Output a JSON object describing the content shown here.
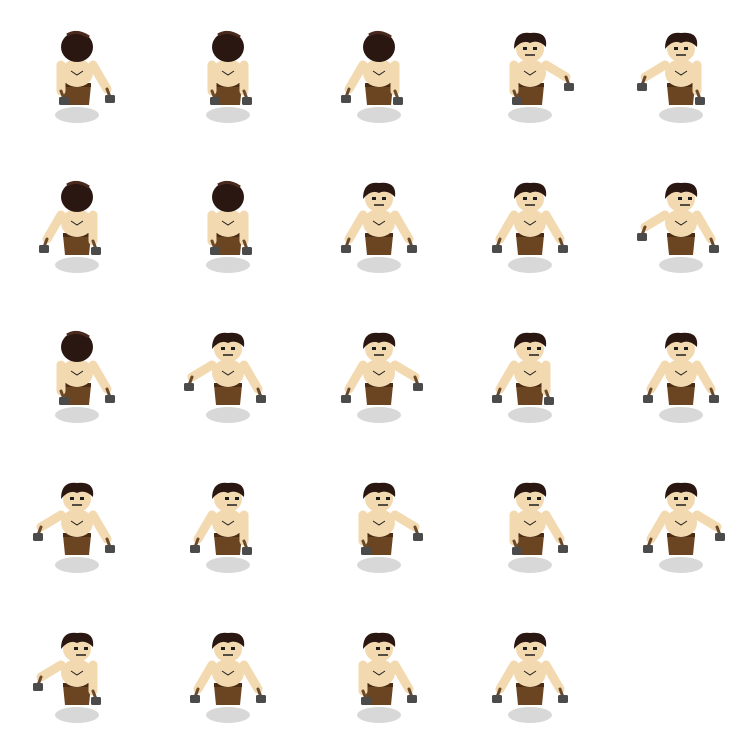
{
  "sprite_sheet": {
    "columns": 5,
    "rows": 5,
    "frame_count": 24,
    "colors": {
      "background": "#ffffff",
      "hair": "#2a1712",
      "hair_highlight": "#4a2a1e",
      "skin": "#f2d9b0",
      "skin_shade": "#d9b98c",
      "loincloth": "#6b4422",
      "loincloth_dark": "#4a2c14",
      "hammer_head": "#4b4b4b",
      "hammer_handle": "#6a4a2a",
      "shadow": "#c8c8c8",
      "face_mark": "#1e1e1e"
    },
    "frames": [
      {
        "facing": "back",
        "left_arm": "down",
        "right_arm": "down-right"
      },
      {
        "facing": "back",
        "left_arm": "down",
        "right_arm": "down"
      },
      {
        "facing": "back",
        "left_arm": "down-left",
        "right_arm": "down"
      },
      {
        "facing": "front",
        "left_arm": "down",
        "right_arm": "up-right"
      },
      {
        "facing": "front",
        "left_arm": "up-left",
        "right_arm": "down"
      },
      {
        "facing": "back",
        "left_arm": "down-left",
        "right_arm": "down"
      },
      {
        "facing": "back",
        "left_arm": "down",
        "right_arm": "down"
      },
      {
        "facing": "front",
        "left_arm": "down-left",
        "right_arm": "down-right"
      },
      {
        "facing": "front",
        "left_arm": "down-left",
        "right_arm": "down-right"
      },
      {
        "facing": "front-turn",
        "left_arm": "up-left",
        "right_arm": "down-right"
      },
      {
        "facing": "back",
        "left_arm": "down",
        "right_arm": "down-right"
      },
      {
        "facing": "front",
        "left_arm": "up-left",
        "right_arm": "down-right"
      },
      {
        "facing": "front",
        "left_arm": "down-left",
        "right_arm": "up-right"
      },
      {
        "facing": "front-turn",
        "left_arm": "down-left",
        "right_arm": "down"
      },
      {
        "facing": "front",
        "left_arm": "down-left",
        "right_arm": "down-right"
      },
      {
        "facing": "front",
        "left_arm": "up-left",
        "right_arm": "down-right"
      },
      {
        "facing": "front-turn",
        "left_arm": "down-left",
        "right_arm": "down"
      },
      {
        "facing": "front-turn",
        "left_arm": "down",
        "right_arm": "up-right"
      },
      {
        "facing": "front-turn",
        "left_arm": "down",
        "right_arm": "down-right"
      },
      {
        "facing": "front",
        "left_arm": "down-left",
        "right_arm": "up-right"
      },
      {
        "facing": "front-turn",
        "left_arm": "up-left",
        "right_arm": "down"
      },
      {
        "facing": "front",
        "left_arm": "down-left",
        "right_arm": "down-right"
      },
      {
        "facing": "front-turn",
        "left_arm": "down",
        "right_arm": "down-right"
      },
      {
        "facing": "front",
        "left_arm": "down-left",
        "right_arm": "down-right"
      }
    ]
  }
}
